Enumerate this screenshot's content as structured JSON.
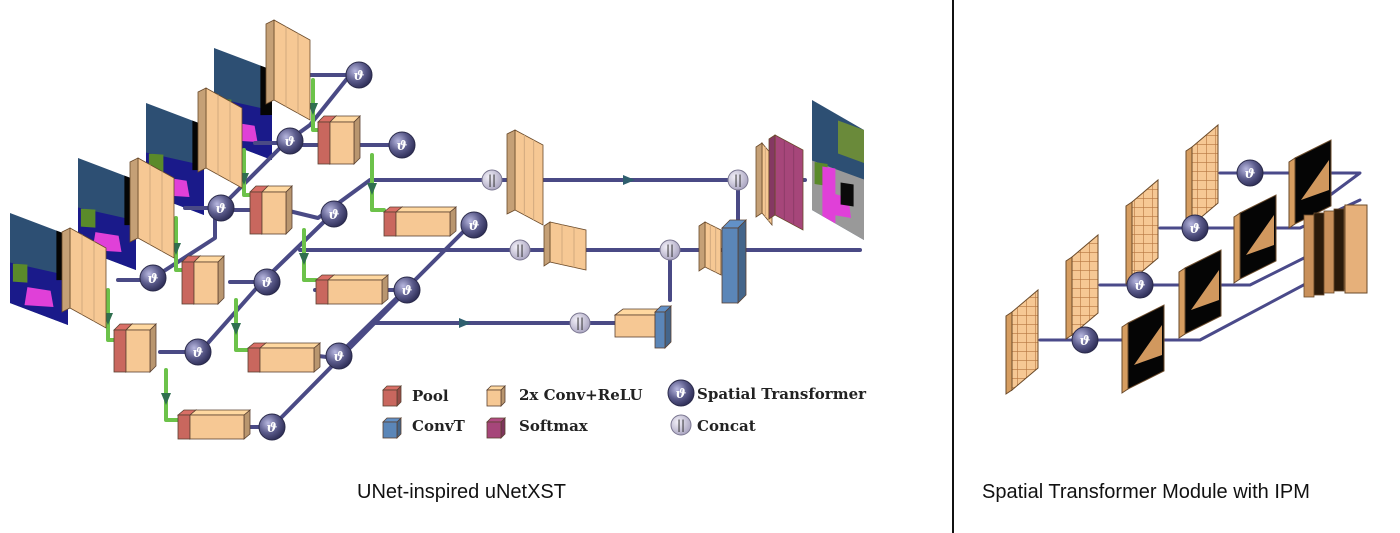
{
  "captions": {
    "left": "UNet-inspired uNetXST",
    "right": "Spatial Transformer Module with IPM"
  },
  "legend": {
    "pool": "Pool",
    "convt": "ConvT",
    "conv": "2x Conv+ReLU",
    "softmax": "Softmax",
    "st": "Spatial Transformer",
    "concat": "Concat"
  },
  "symbols": {
    "theta": "ϑ",
    "concat": "||"
  },
  "colors": {
    "conv": "#f6c894",
    "pool": "#c9675e",
    "convt": "#5b86b8",
    "softmax": "#a6467a",
    "line": "#4a4a85",
    "skip": "#6cc24a",
    "st_node": "#5a5a8a",
    "concat_node": "#c8c4d8"
  }
}
